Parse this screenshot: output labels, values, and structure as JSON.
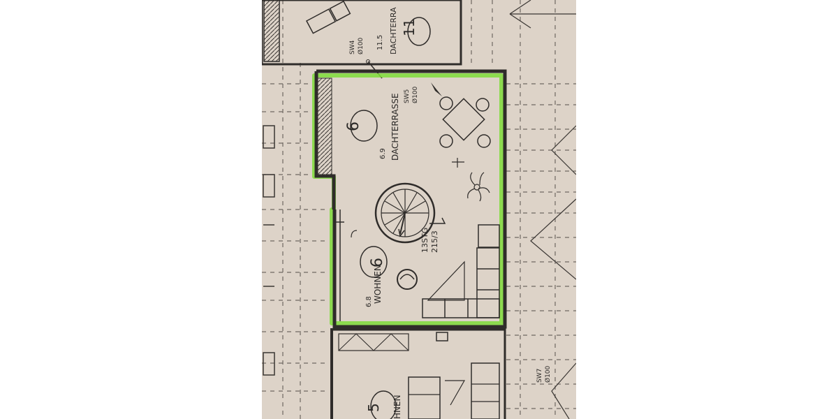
{
  "plan": {
    "rooms": [
      {
        "number": "11",
        "name": "DACHTERRA",
        "area": "11.5"
      },
      {
        "number": "6",
        "name": "DACHTERRASSE",
        "area": "6.9"
      },
      {
        "number": "6",
        "name": "WOHNEN",
        "area": "6.8"
      },
      {
        "number": "5",
        "name": "HNEN"
      }
    ],
    "stairs": {
      "steps": "13STG",
      "ratio": "215/3"
    },
    "drains": [
      {
        "id": "SW4",
        "dia": "Ø100"
      },
      {
        "id": "SW5",
        "dia": "Ø100"
      },
      {
        "id": "SW7",
        "dia": "Ø100"
      }
    ],
    "highlight_color": "#7fdc3a",
    "paper_color": "#ddd3c8",
    "ink_color": "#2f2c2a"
  }
}
